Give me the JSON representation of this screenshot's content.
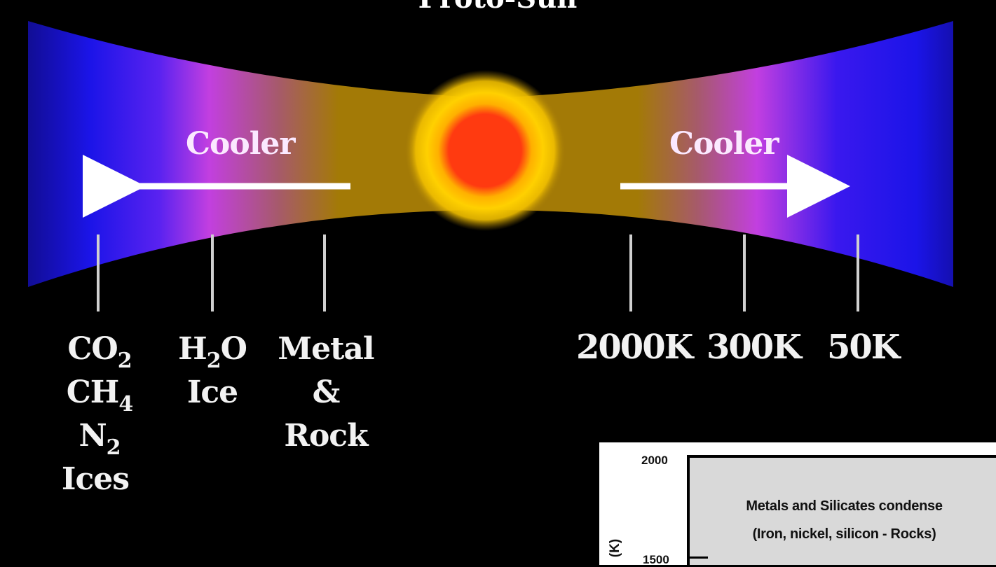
{
  "diagram": {
    "title": "Proto-Sun",
    "left_direction_label": "Cooler",
    "right_direction_label": "Cooler",
    "left_zones": [
      {
        "lines": [
          "CO",
          "CH",
          "N",
          "Ices"
        ],
        "subscripts": [
          "2",
          "4",
          "2",
          ""
        ]
      },
      {
        "lines": [
          "H",
          "Ice"
        ],
        "h2o_main": "H",
        "h2o_sub": "2",
        "h2o_tail": "O"
      },
      {
        "lines": [
          "Metal",
          "&",
          "Rock"
        ]
      }
    ],
    "temperatures": [
      "2000K",
      "300K",
      "50K"
    ],
    "colors": {
      "background": "#000000",
      "warm_band": "#a37a06",
      "mid_band": "#c23fe0",
      "cold_band": "#1b14e8",
      "sun_core": "#ff3a10",
      "sun_glow": "#ffd000"
    }
  },
  "inset": {
    "y_ticks": [
      "2000",
      "1500"
    ],
    "y_axis_label": "(K)",
    "region_line1": "Metals  and Silicates condense",
    "region_line2": "(Iron, nickel, silicon - Rocks)"
  }
}
